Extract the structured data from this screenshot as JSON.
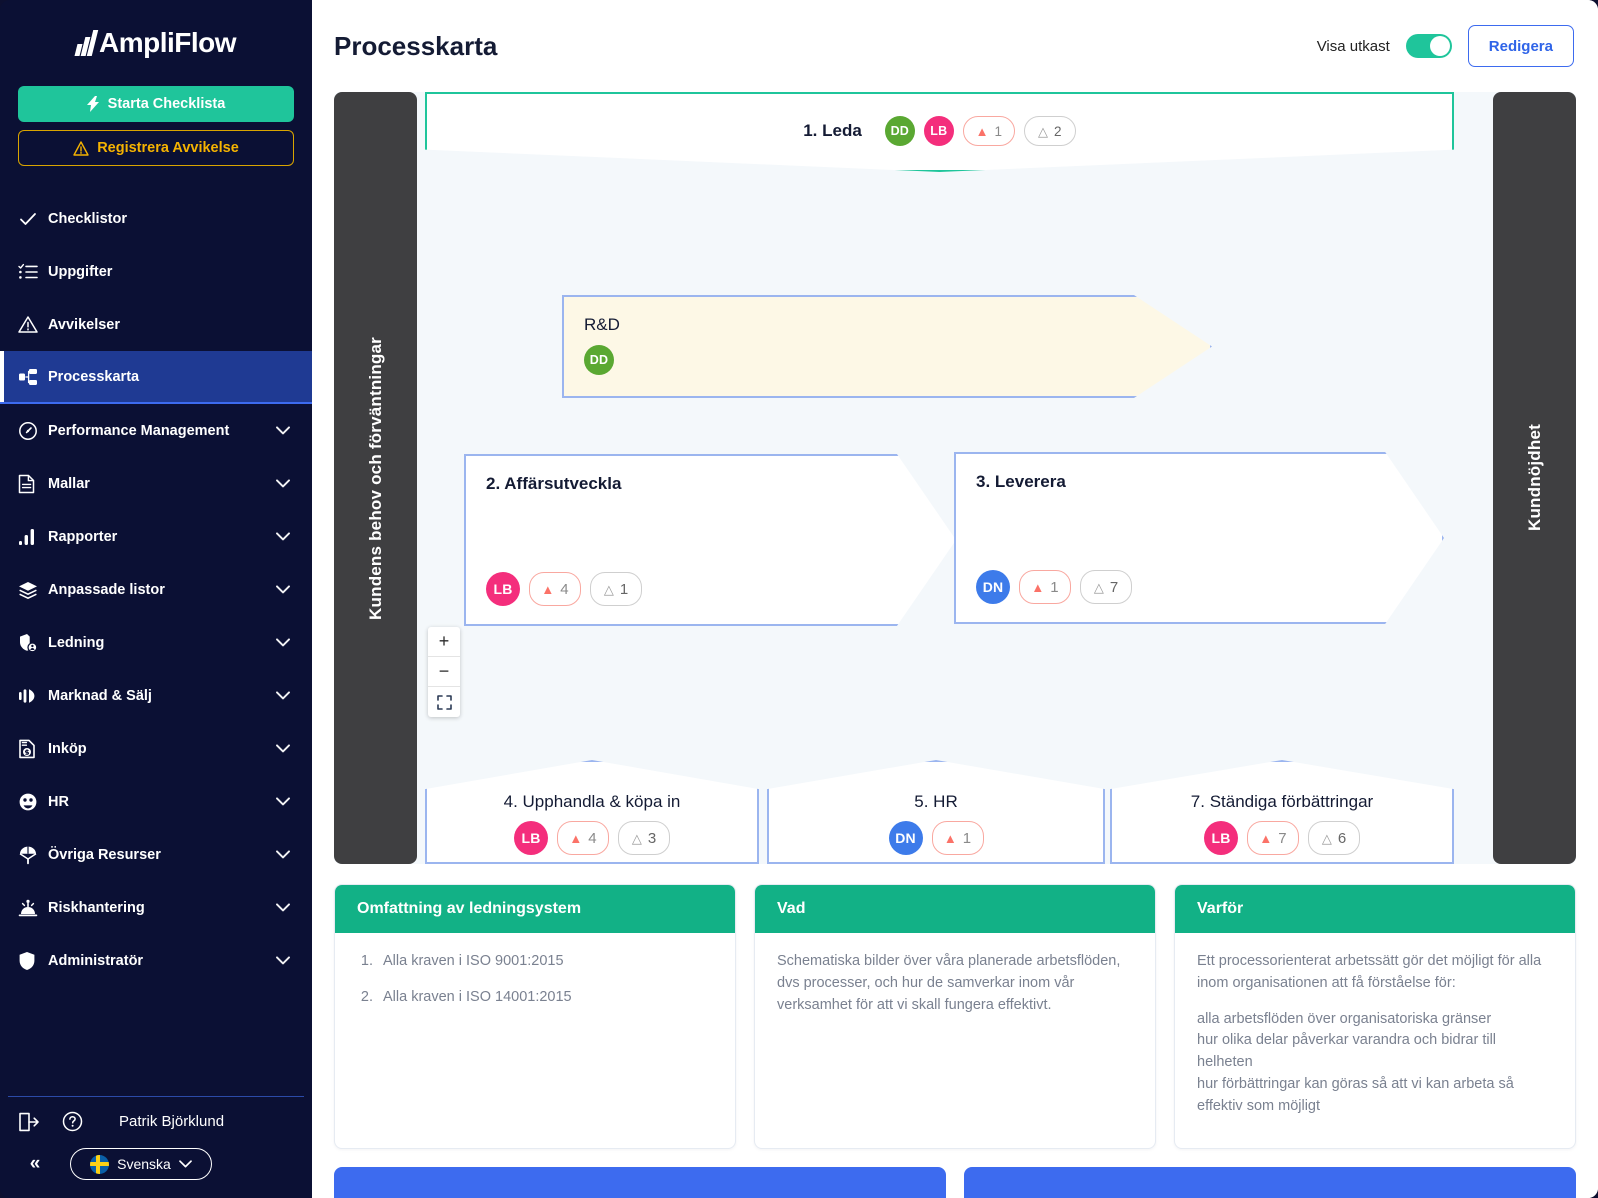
{
  "brand": {
    "name": "AmpliFlow",
    "logo_icon": "ampliflow-logo"
  },
  "sidebar": {
    "primary_action": {
      "label": "Starta Checklista",
      "icon": "bolt-icon"
    },
    "secondary_action": {
      "label": "Registrera Avvikelse",
      "icon": "warning-triangle-icon"
    },
    "items": [
      {
        "label": "Checklistor",
        "icon": "check-icon",
        "expandable": false,
        "active": false
      },
      {
        "label": "Uppgifter",
        "icon": "task-list-icon",
        "expandable": false,
        "active": false
      },
      {
        "label": "Avvikelser",
        "icon": "warning-triangle-icon",
        "expandable": false,
        "active": false
      },
      {
        "label": "Processkarta",
        "icon": "process-map-icon",
        "expandable": false,
        "active": true
      },
      {
        "label": "Performance Management",
        "icon": "gauge-icon",
        "expandable": true,
        "active": false
      },
      {
        "label": "Mallar",
        "icon": "document-icon",
        "expandable": true,
        "active": false
      },
      {
        "label": "Rapporter",
        "icon": "bar-chart-icon",
        "expandable": true,
        "active": false
      },
      {
        "label": "Anpassade listor",
        "icon": "layers-icon",
        "expandable": true,
        "active": false
      },
      {
        "label": "Ledning",
        "icon": "shield-user-icon",
        "expandable": true,
        "active": false
      },
      {
        "label": "Marknad & Sälj",
        "icon": "megaphone-icon",
        "expandable": true,
        "active": false
      },
      {
        "label": "Inköp",
        "icon": "invoice-icon",
        "expandable": true,
        "active": false
      },
      {
        "label": "HR",
        "icon": "people-icon",
        "expandable": true,
        "active": false
      },
      {
        "label": "Övriga Resurser",
        "icon": "parachute-icon",
        "expandable": true,
        "active": false
      },
      {
        "label": "Riskhantering",
        "icon": "alarm-icon",
        "expandable": true,
        "active": false
      },
      {
        "label": "Administratör",
        "icon": "shield-icon",
        "expandable": true,
        "active": false
      }
    ],
    "footer": {
      "logout_icon": "logout-icon",
      "help_icon": "help-circle-icon",
      "user_name": "Patrik Björklund",
      "collapse_icon": "chevron-double-left-icon",
      "language": "Svenska",
      "language_flag": "sweden-flag-icon",
      "language_chevron": "chevron-down-icon"
    }
  },
  "header": {
    "title": "Processkarta",
    "toggle_label": "Visa utkast",
    "toggle_on": true,
    "edit_button": "Redigera"
  },
  "process_map": {
    "left_band_label": "Kundens behov och förväntningar",
    "right_band_label": "Kundnöjdhet",
    "top_process": {
      "title": "1. Leda",
      "avatars": [
        "DD",
        "LB"
      ],
      "deviation_count": "1",
      "task_count": "2"
    },
    "rnd": {
      "title": "R&D",
      "avatars": [
        "DD"
      ]
    },
    "middle_processes": [
      {
        "title": "2. Affärsutveckla",
        "avatars": [
          "LB"
        ],
        "deviation_count": "4",
        "task_count": "1"
      },
      {
        "title": "3. Leverera",
        "avatars": [
          "DN"
        ],
        "deviation_count": "1",
        "task_count": "7"
      }
    ],
    "support_processes": [
      {
        "title": "4. Upphandla & köpa in",
        "avatars": [
          "LB"
        ],
        "deviation_count": "4",
        "task_count": "3"
      },
      {
        "title": "5. HR",
        "avatars": [
          "DN"
        ],
        "deviation_count": "1",
        "task_count": null
      },
      {
        "title": "7. Ständiga förbättringar",
        "avatars": [
          "LB"
        ],
        "deviation_count": "7",
        "task_count": "6"
      }
    ],
    "zoom_controls": {
      "zoom_in": "+",
      "zoom_out": "−",
      "fit_icon": "fit-screen-icon"
    }
  },
  "cards": [
    {
      "title": "Omfattning av ledningsystem",
      "list": [
        "Alla kraven i ISO 9001:2015",
        "Alla kraven i ISO 14001:2015"
      ],
      "paragraphs": []
    },
    {
      "title": "Vad",
      "list": [],
      "paragraphs": [
        "Schematiska bilder över våra planerade arbetsflöden, dvs processer, och hur de samverkar inom vår verksamhet för att vi skall fungera effektivt."
      ]
    },
    {
      "title": "Varför",
      "list": [],
      "paragraphs": [
        "Ett processorienterat arbetssätt gör det möjligt för alla inom organisationen att få förståelse för:",
        "alla arbetsflöden över organisatoriska gränser\nhur olika delar påverkar varandra och bidrar till helheten\nhur förbättringar kan göras så att vi kan arbeta så effektiv som möjligt"
      ]
    }
  ],
  "colors": {
    "sidebar_bg": "#0b1034",
    "accent_green": "#1fc59b",
    "card_header_green": "#12b186",
    "accent_blue": "#3d6bef",
    "warn_yellow": "#f5b301",
    "danger_red": "#fb7268",
    "avatar_dd": "#5aa832",
    "avatar_lb": "#f42e7c",
    "avatar_dn": "#3d7bea",
    "band_gray": "#3f3f41",
    "process_border": "#9bb5ef",
    "rnd_fill": "#fdf8e6"
  }
}
